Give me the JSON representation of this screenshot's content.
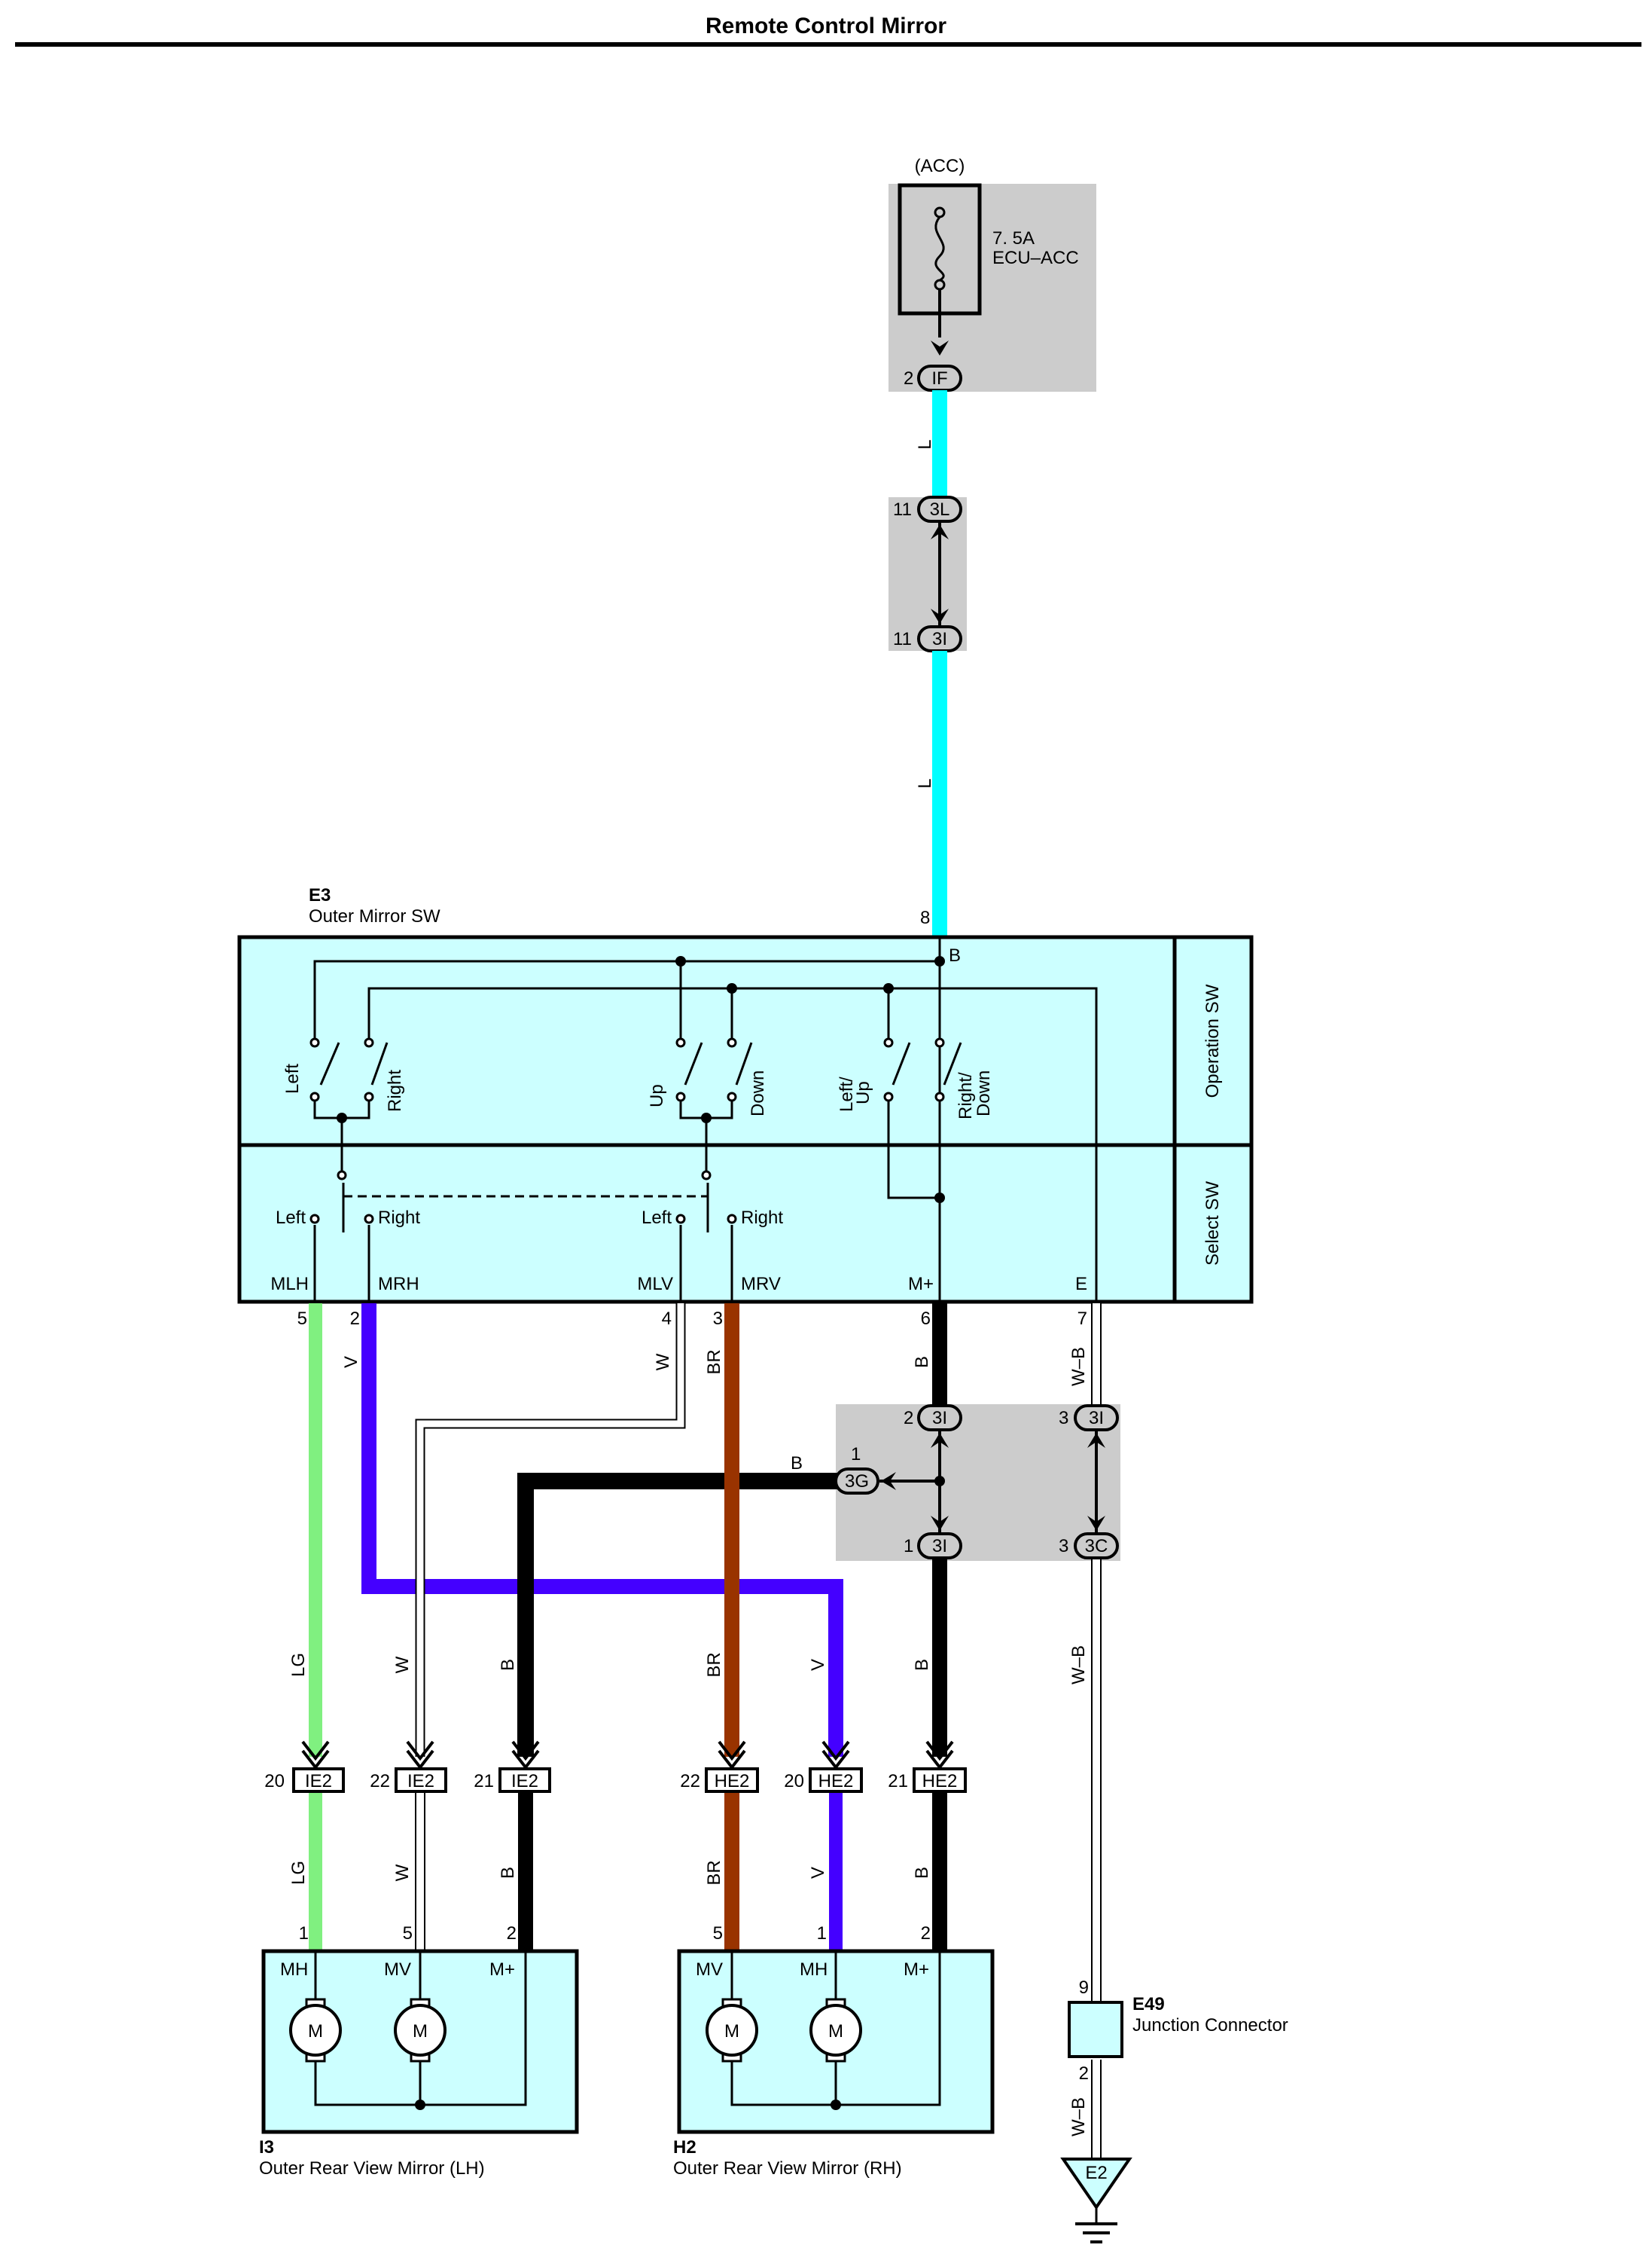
{
  "title": "Remote Control Mirror",
  "fuse": {
    "supply": "(ACC)",
    "rating": "7. 5A",
    "name": "ECU–ACC",
    "pin": "2",
    "connector": "IF"
  },
  "inline_connectors": {
    "upper_pin": "11",
    "upper_conn": "3L",
    "lower_pin": "11",
    "lower_conn": "3I"
  },
  "switch": {
    "code": "E3",
    "name": "Outer Mirror SW",
    "operation_label": "Operation SW",
    "select_label": "Select SW",
    "b_label": "B",
    "pin_top": "8",
    "sw_left": "Left",
    "sw_right": "Right",
    "sw_up": "Up",
    "sw_down": "Down",
    "sw_leftup": "Left/\nUp",
    "sw_leftup_1": "Left/",
    "sw_leftup_2": "Up",
    "sw_rightdown_1": "Right/",
    "sw_rightdown_2": "Down",
    "sel_left_1": "Left",
    "sel_right_1": "Right",
    "sel_left_2": "Left",
    "sel_right_2": "Right",
    "terminals": [
      "MLH",
      "MRH",
      "MLV",
      "MRV",
      "M+",
      "E"
    ],
    "pins": [
      "5",
      "2",
      "4",
      "3",
      "6",
      "7"
    ]
  },
  "junction_block": {
    "p_a": "2",
    "c_a": "3I",
    "p_b": "3",
    "c_b": "3I",
    "p_c": "1",
    "c_c": "3G",
    "p_d": "1",
    "c_d": "3I",
    "p_e": "3",
    "c_e": "3C",
    "b_label": "B"
  },
  "wire_colors": {
    "L": "L",
    "V": "V",
    "W": "W",
    "BR": "BR",
    "B": "B",
    "WB": "W–B",
    "LG": "LG"
  },
  "colors": {
    "L": "#00ffff",
    "LG": "#80f080",
    "V": "#4400ff",
    "W": "#ffffff",
    "BR": "#993300",
    "B": "#000000",
    "WB": "#ffffff",
    "box_fill": "#ccffff",
    "gray": "#cccccc"
  },
  "lower_connectors": [
    {
      "pin": "20",
      "conn": "IE2"
    },
    {
      "pin": "22",
      "conn": "IE2"
    },
    {
      "pin": "21",
      "conn": "IE2"
    },
    {
      "pin": "22",
      "conn": "HE2"
    },
    {
      "pin": "20",
      "conn": "HE2"
    },
    {
      "pin": "21",
      "conn": "HE2"
    }
  ],
  "mirror_lh": {
    "code": "I3",
    "name": "Outer Rear View Mirror (LH)",
    "terms": [
      "MH",
      "MV",
      "M+"
    ],
    "pins": [
      "1",
      "5",
      "2"
    ],
    "motor": "M"
  },
  "mirror_rh": {
    "code": "H2",
    "name": "Outer Rear View Mirror (RH)",
    "terms": [
      "MV",
      "MH",
      "M+"
    ],
    "pins": [
      "5",
      "1",
      "2"
    ],
    "motor": "M"
  },
  "junction_connector": {
    "code": "E49",
    "name": "Junction Connector",
    "pin_top": "9",
    "pin_bottom": "2"
  },
  "ground": {
    "label": "E2"
  }
}
